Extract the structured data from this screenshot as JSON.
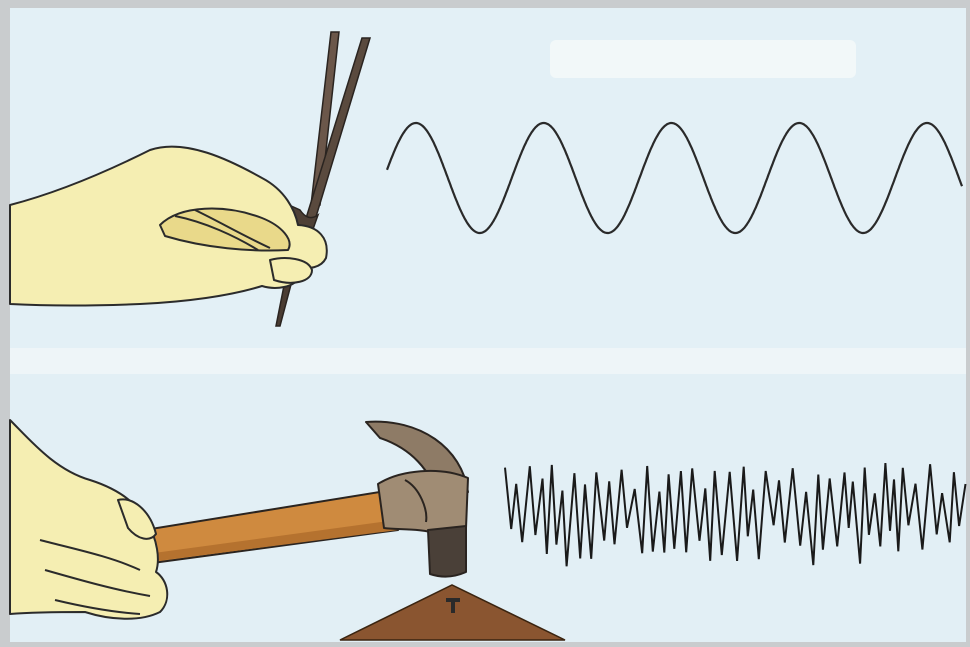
{
  "panels": [
    {
      "id": "tuning-fork",
      "illustration": [
        "hand-icon",
        "tuning-fork-icon"
      ],
      "waveform": {
        "kind": "pure-tone-sine",
        "cycles": 4.5,
        "color": "#2a2a2a"
      }
    },
    {
      "id": "hammer",
      "illustration": [
        "hand-icon",
        "hammer-icon",
        "nail-icon",
        "wood-block"
      ],
      "waveform": {
        "kind": "noise",
        "color": "#1a1a1a"
      }
    }
  ],
  "colors": {
    "panel_background": "#e3f0f6",
    "frame": "#c9ccce",
    "glove": "#f5eeb2",
    "glove_outline": "#2b2b2b",
    "fork_metal": "#5a4a3e",
    "hammer_handle": "#cf8a3f",
    "hammer_head": "#a08c74",
    "wood": "#8a5530"
  }
}
